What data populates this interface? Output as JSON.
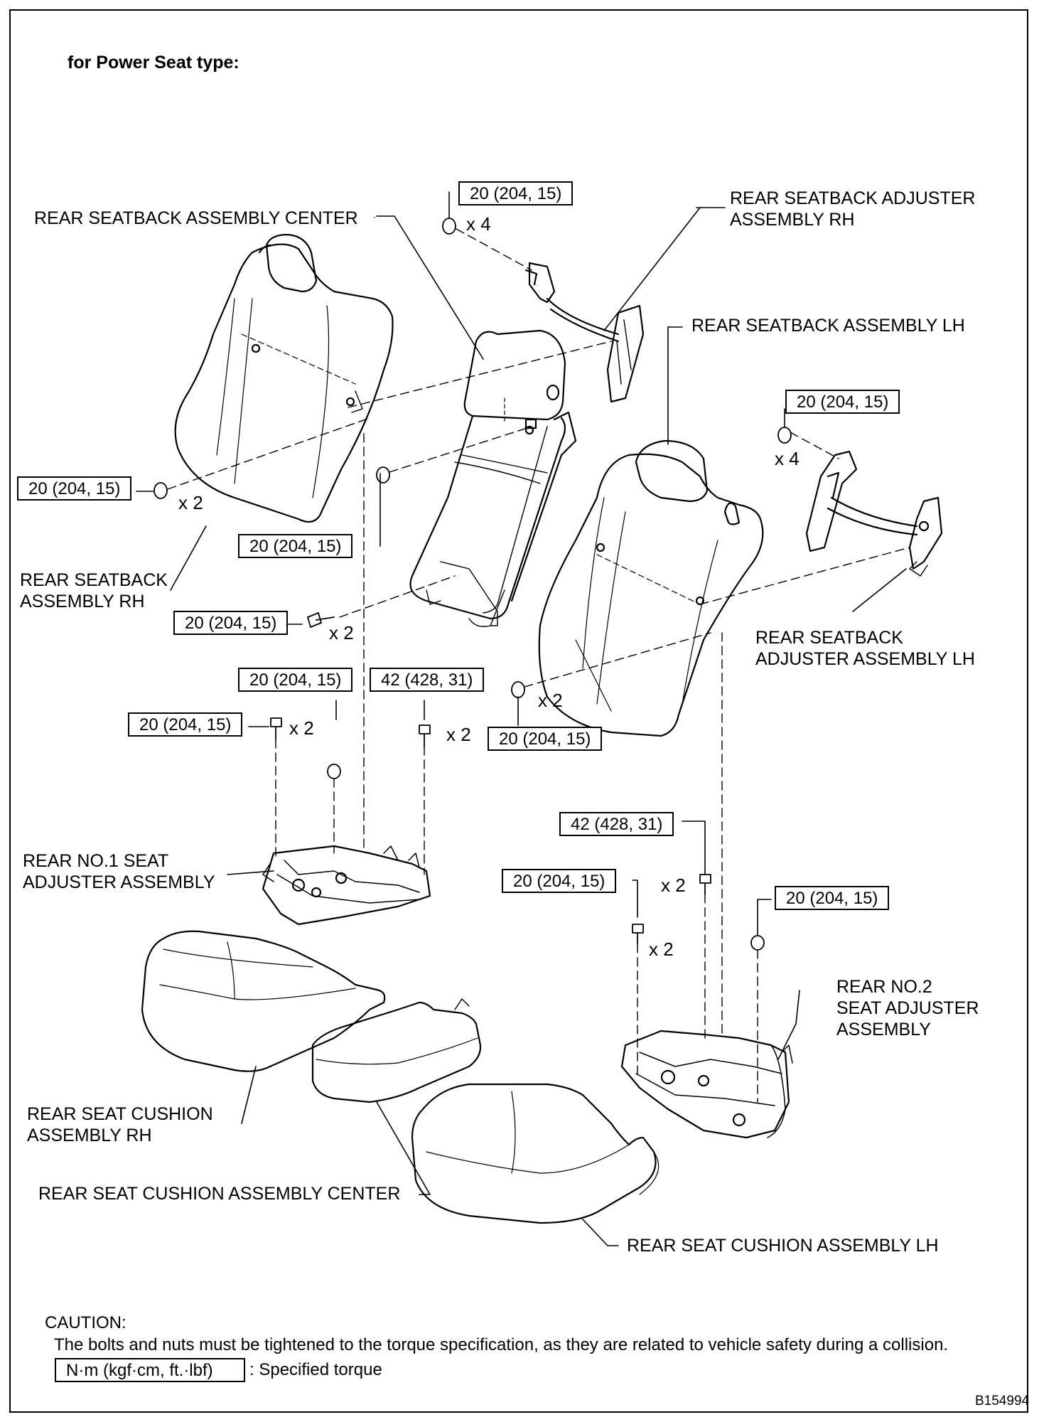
{
  "heading": "for Power Seat type:",
  "torque_values": {
    "t20": "20 (204, 15)",
    "t42": "42 (428, 31)"
  },
  "multipliers": {
    "x2": "x 2",
    "x4": "x 4"
  },
  "parts": {
    "seatback_center": "REAR SEATBACK ASSEMBLY CENTER",
    "adjuster_rh_line1": "REAR SEATBACK ADJUSTER",
    "adjuster_rh_line2": "ASSEMBLY RH",
    "seatback_lh": "REAR SEATBACK ASSEMBLY LH",
    "seatback_rh_line1": "REAR SEATBACK",
    "seatback_rh_line2": "ASSEMBLY RH",
    "adjuster_lh_line1": "REAR SEATBACK",
    "adjuster_lh_line2": "ADJUSTER ASSEMBLY LH",
    "no1_adjuster_line1": "REAR NO.1 SEAT",
    "no1_adjuster_line2": "ADJUSTER ASSEMBLY",
    "no2_adjuster_line1": "REAR NO.2",
    "no2_adjuster_line2": "SEAT ADJUSTER",
    "no2_adjuster_line3": "ASSEMBLY",
    "cushion_rh_line1": "REAR SEAT CUSHION",
    "cushion_rh_line2": "ASSEMBLY RH",
    "cushion_center": "REAR SEAT CUSHION ASSEMBLY CENTER",
    "cushion_lh": "REAR SEAT CUSHION ASSEMBLY LH"
  },
  "caution": {
    "title": "CAUTION:",
    "text": "The bolts and nuts must be tightened to the torque specification, as they are related to vehicle safety during a collision.",
    "legend_box": "N·m (kgf·cm, ft.·lbf)",
    "legend_text": ": Specified torque"
  },
  "figure_id": "B154994"
}
